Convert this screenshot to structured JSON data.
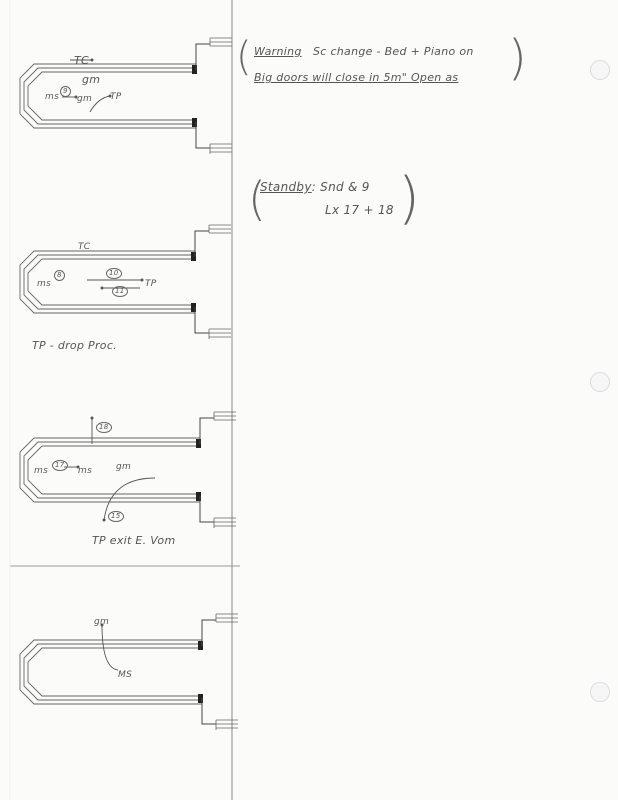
{
  "notes": {
    "warning": {
      "label": "Warning",
      "line1_rest": "Sc change - Bed + Piano on",
      "line2": "Big doors will close in 5m\" Open as"
    },
    "standby": {
      "label": "Standby",
      "line1_rest": ": Snd & 9",
      "line2": "Lx 17 + 18"
    }
  },
  "diagrams": [
    {
      "labels": {
        "tc": "TC",
        "gm": "gm",
        "ms": "ms",
        "cue": "9",
        "gm2": "gm",
        "tp": "TP"
      }
    },
    {
      "labels": {
        "tc": "TC",
        "ms": "ms",
        "cue_a": "8",
        "cue_b": "10",
        "cue_c": "11",
        "tp": "TP"
      },
      "caption": "TP - drop Proc."
    },
    {
      "labels": {
        "cue_top": "18",
        "ms": "ms",
        "cue": "17",
        "ms2": "ms",
        "gm": "gm",
        "cue_bottom": "15"
      },
      "caption": "TP   exit E. Vom"
    },
    {
      "labels": {
        "gm": "gm",
        "ms": "MS"
      }
    }
  ]
}
